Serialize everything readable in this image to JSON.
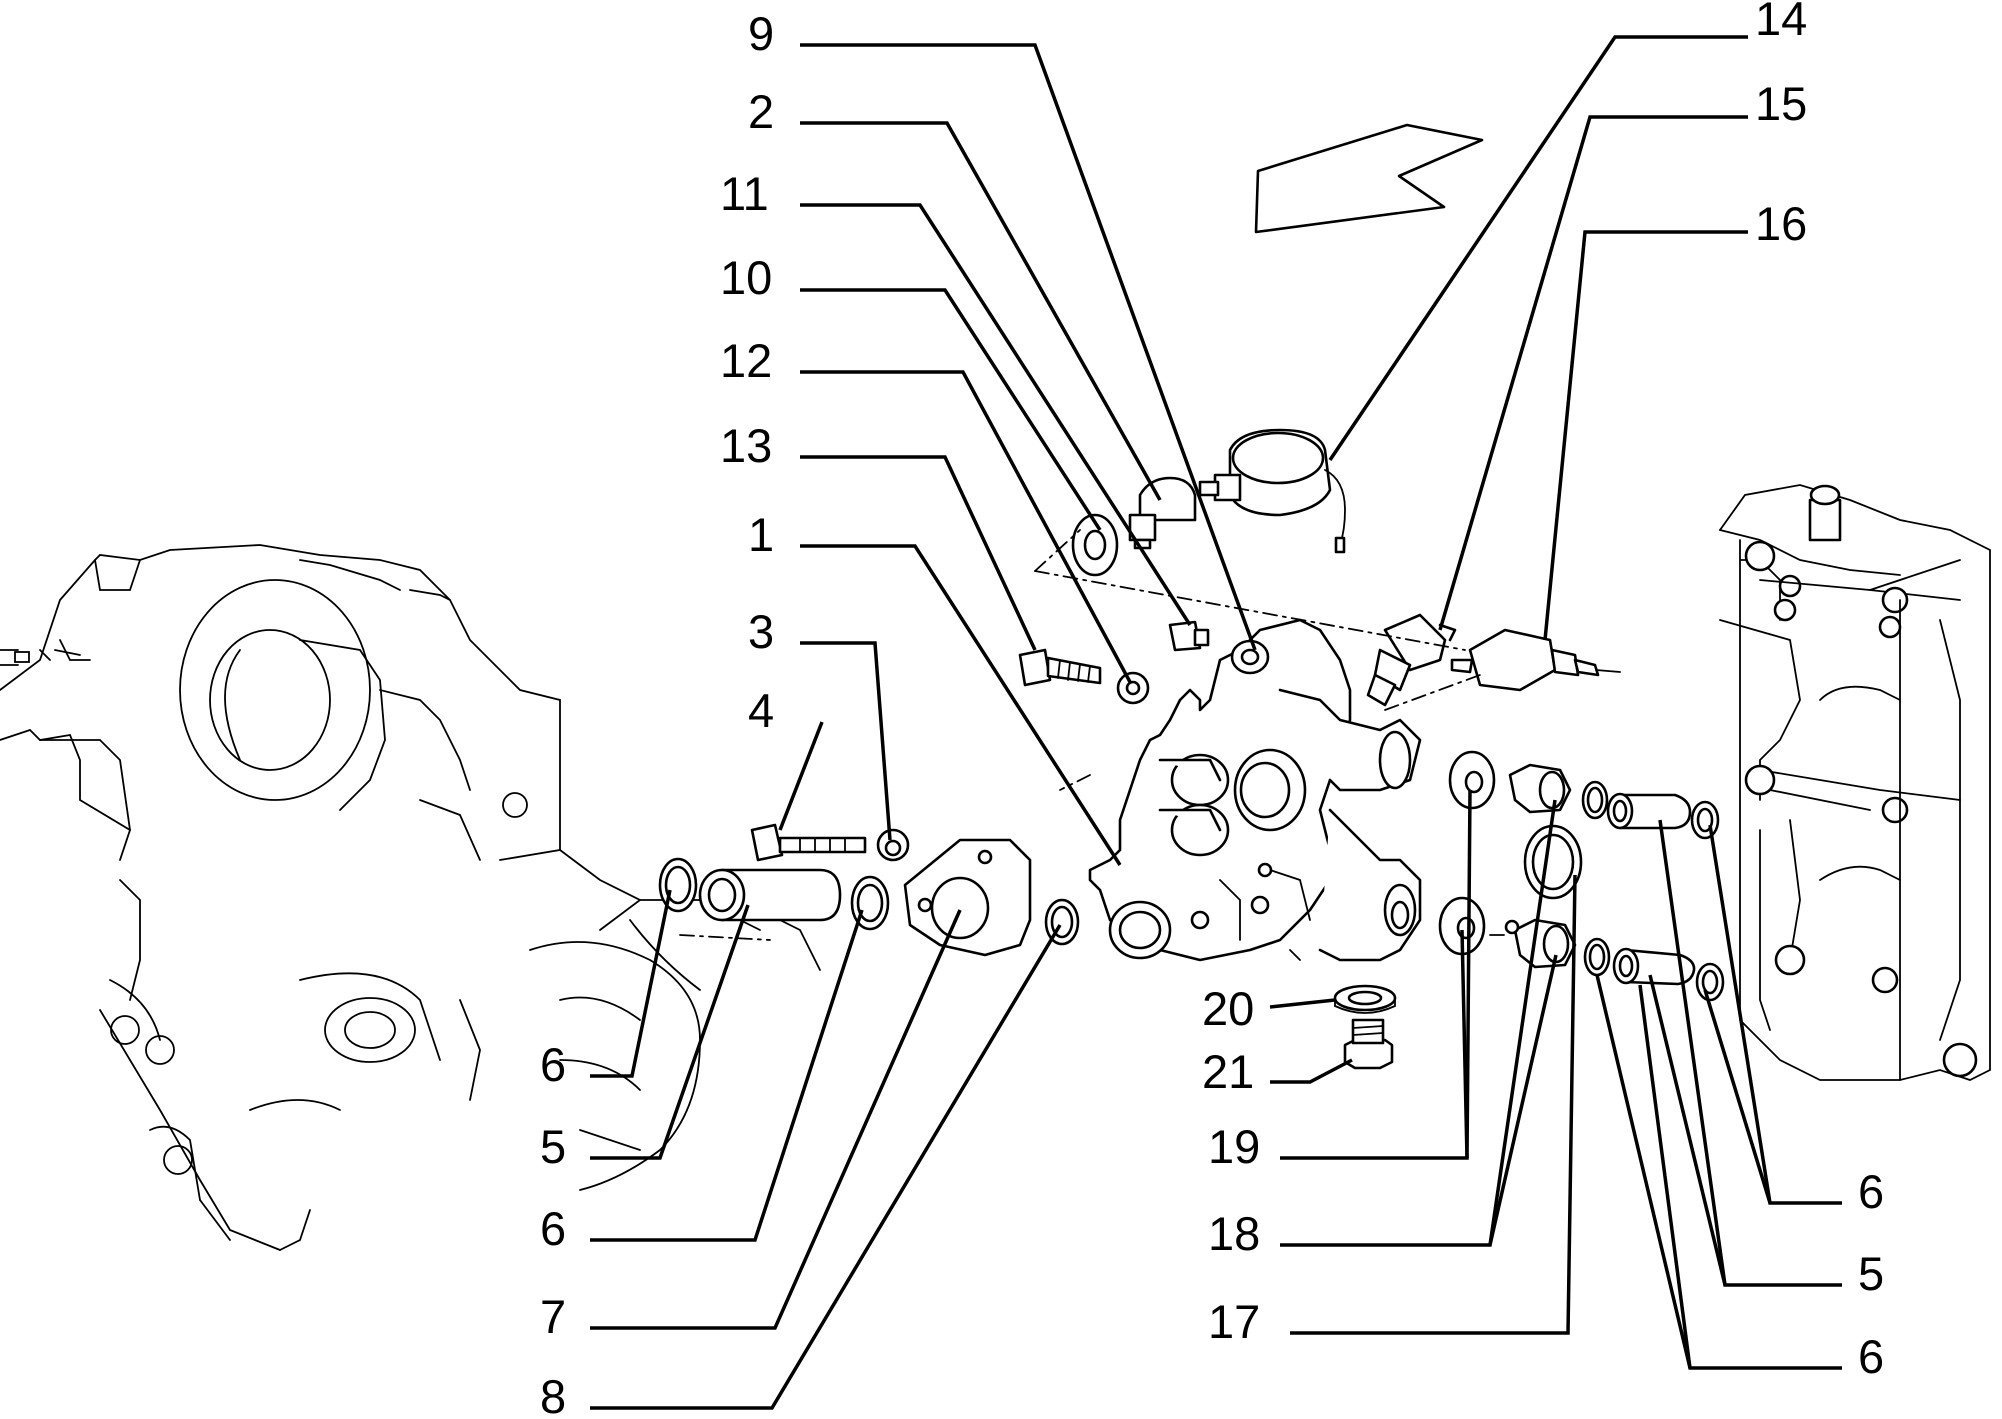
{
  "diagram": {
    "labels": [
      {
        "id": "9",
        "text": "9"
      },
      {
        "id": "2",
        "text": "2"
      },
      {
        "id": "11",
        "text": "11"
      },
      {
        "id": "10",
        "text": "10"
      },
      {
        "id": "12",
        "text": "12"
      },
      {
        "id": "13",
        "text": "13"
      },
      {
        "id": "1",
        "text": "1"
      },
      {
        "id": "3",
        "text": "3"
      },
      {
        "id": "4",
        "text": "4"
      },
      {
        "id": "14",
        "text": "14"
      },
      {
        "id": "15",
        "text": "15"
      },
      {
        "id": "16",
        "text": "16"
      },
      {
        "id": "6a",
        "text": "6"
      },
      {
        "id": "5a",
        "text": "5"
      },
      {
        "id": "6b",
        "text": "6"
      },
      {
        "id": "7",
        "text": "7"
      },
      {
        "id": "8",
        "text": "8"
      },
      {
        "id": "20",
        "text": "20"
      },
      {
        "id": "21",
        "text": "21"
      },
      {
        "id": "19",
        "text": "19"
      },
      {
        "id": "18",
        "text": "18"
      },
      {
        "id": "17",
        "text": "17"
      },
      {
        "id": "6c",
        "text": "6"
      },
      {
        "id": "5b",
        "text": "5"
      },
      {
        "id": "6d",
        "text": "6"
      }
    ]
  }
}
